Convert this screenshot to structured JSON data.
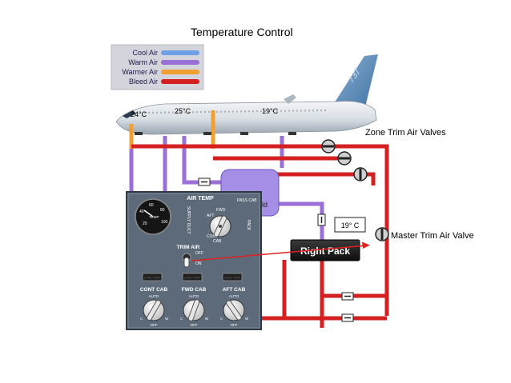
{
  "title": "Temperature Control",
  "legend": [
    {
      "label": "Cool Air",
      "color": "#6fa0e6"
    },
    {
      "label": "Warm Air",
      "color": "#9a6fd6"
    },
    {
      "label": "Warmer Air",
      "color": "#f0a030"
    },
    {
      "label": "Bleed Air",
      "color": "#d42020"
    }
  ],
  "temps": {
    "flight_deck": "24°C",
    "forward_cabin": "25°C",
    "aft_cabin": "19°C",
    "pack_outlet": "19° C"
  },
  "tail_mark": "737",
  "mix_manifold": "ld",
  "pack": "Right Pack",
  "callouts": {
    "zone_trim": "Zone Trim Air Valves",
    "master_trim": "Master Trim Air Valve"
  },
  "panel": {
    "header": "AIR TEMP",
    "supply_duct": "SUPPLY DUCT",
    "pass_cab": "PASS CAB",
    "pack": "PACK",
    "fwd": "FWD",
    "aft": "AFT",
    "cont": "CONT",
    "cab": "CAB",
    "temp": "TEMP",
    "trim_air": "TRIM AIR",
    "off": "OFF",
    "on": "ON",
    "auto": "AUTO",
    "cold": "C",
    "warm": "W",
    "cont_cab": "CONT CAB",
    "fwd_cab": "FWD CAB",
    "aft_cab": "AFT CAB",
    "gauge_ticks": [
      "20",
      "40",
      "60",
      "80",
      "100"
    ],
    "zone_lights": [
      "ZONE TEMP",
      "ZONE TEMP",
      "ZONE TEMP"
    ],
    "colors": {
      "panel": "#5c6a7a",
      "knob": "#f2f2f2",
      "indicator": "#e02020"
    }
  }
}
